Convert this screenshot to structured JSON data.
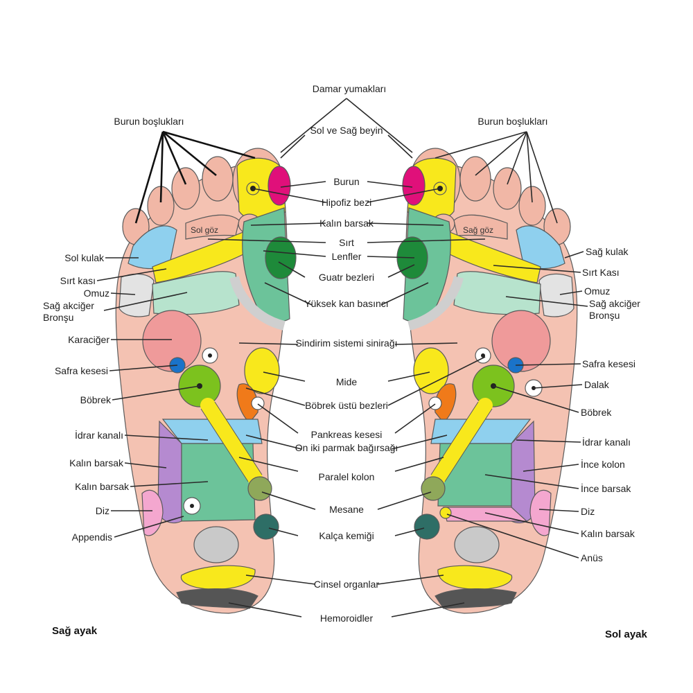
{
  "feet": {
    "right_title": "Sağ ayak",
    "left_title": "Sol ayak"
  },
  "toe_text": {
    "right": "Sol göz",
    "left": "Sağ göz"
  },
  "labels": {
    "top": {
      "damar_yumaklari": "Damar yumakları",
      "sol_ve_sag_beyin": "Sol ve Sağ beyin"
    },
    "center": {
      "burun": "Burun",
      "hipofiz": "Hipofiz bezi",
      "kalin_bagirsak": "Kalın barsak",
      "sirt": "Sırt",
      "lenfler": "Lenfler",
      "guatr": "Guatr bezleri",
      "yuksek_kan_basinci": "Yüksek kan basıncı",
      "sindirim_sistemi": "Sindirim sistemi sinirağı",
      "mide": "Mide",
      "bobrek_ustu": "Böbrek üstü bezleri",
      "pankreas": "Pankreas kesesi",
      "on_iki_parmak": "On iki parmak bağırsağı",
      "paralel_kolon": "Paralel kolon",
      "mesane": "Mesane",
      "kalca": "Kalça kemiği",
      "cinsel": "Cinsel organlar",
      "hemoroidler": "Hemoroidler"
    },
    "left_side": {
      "burun_bosluklari": "Burun boşlukları",
      "sol_kulak": "Sol kulak",
      "sirt_kasi": "Sırt kası",
      "omuz": "Omuz",
      "sag_akciger": "Sağ akciğer Bronşu",
      "karaciger": "Karaciğer",
      "safra_kesesi": "Safra kesesi",
      "bobrek": "Böbrek",
      "idrar_kanali": "İdrar kanalı",
      "kalin_barsak_1": "Kalın barsak",
      "kalin_barsak_2": "Kalın barsak",
      "diz": "Diz",
      "appendis": "Appendis"
    },
    "right_side": {
      "burun_bosluklari": "Burun boşlukları",
      "sag_kulak": "Sağ kulak",
      "sirt_kasi": "Sırt Kası",
      "omuz": "Omuz",
      "sag_akciger": "Sağ akciğer Bronşu",
      "safra_kesesi": "Safra kesesi",
      "dalak": "Dalak",
      "bobrek": "Böbrek",
      "idrar_kanali": "İdrar kanalı",
      "ince_kolon": "İnce kolon",
      "ince_barsak": "İnce barsak",
      "diz": "Diz",
      "kalin_barsak": "Kalın barsak",
      "anus": "Anüs"
    }
  },
  "colors": {
    "skin": "#f4c2b2",
    "skin_light": "#f7d4c7",
    "toe": "#f1b7a6",
    "yellow": "#f8e81c",
    "magenta": "#e0107a",
    "dark_green": "#1e8a3a",
    "teal_green": "#6cc39a",
    "light_teal": "#b7e3cd",
    "lime": "#7cc21e",
    "light_blue": "#8fd0ee",
    "blue": "#1a73c9",
    "purple": "#b58ad0",
    "pink": "#f4a7cf",
    "salmon": "#ef9a9a",
    "orange": "#f07a1a",
    "olive": "#8fa85a",
    "dark_teal": "#2e6e66",
    "grey": "#c9c9c9",
    "dark_grey": "#555555"
  }
}
